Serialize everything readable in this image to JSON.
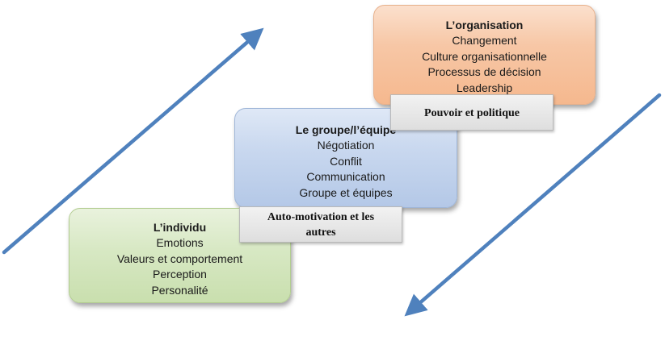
{
  "organisation": {
    "title": "L’organisation",
    "items": [
      "Changement",
      "Culture organisationnelle",
      "Processus de décision",
      "Leadership"
    ]
  },
  "groupe": {
    "title": "Le groupe/l’équipe",
    "items": [
      "Négotiation",
      "Conflit",
      "Communication",
      "Groupe et équipes"
    ]
  },
  "individu": {
    "title": "L’individu",
    "items": [
      "Emotions",
      "Valeurs et comportement",
      "Perception",
      "Personalité"
    ]
  },
  "labels": {
    "pouvoir": "Pouvoir et politique",
    "auto": "Auto-motivation et les autres"
  },
  "colors": {
    "arrow": "#4f81bd",
    "organisation": "#f7c7a6",
    "groupe": "#c9d8ef",
    "individu": "#d7e8c3",
    "label": "#e6e6e6"
  }
}
